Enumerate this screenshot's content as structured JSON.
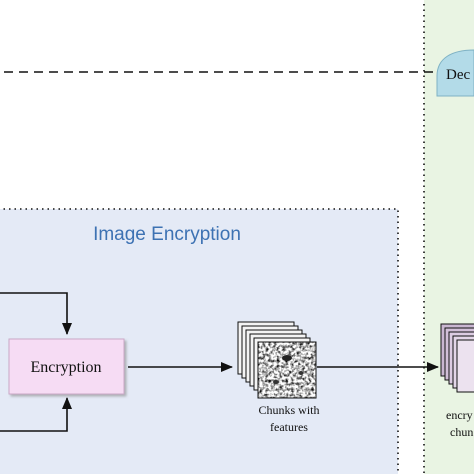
{
  "image_encryption": {
    "title": "Image Encryption",
    "encryption_box_label": "Encryption",
    "chunks_label_line1": "Chunks with",
    "chunks_label_line2": "features"
  },
  "right_panel": {
    "top_label": "Dec",
    "bottom_label_line1": "encry",
    "bottom_label_line2": "chun"
  },
  "colors": {
    "encryption_panel_bg": "#e4eaf6",
    "right_panel_bg": "#e9f4e3",
    "encryption_box_fill": "#f6dcf4",
    "decryption_shape_fill": "#b3dbe8",
    "chunk_stack_tint": "#c9b6d1",
    "section_title": "#3d72b3"
  }
}
